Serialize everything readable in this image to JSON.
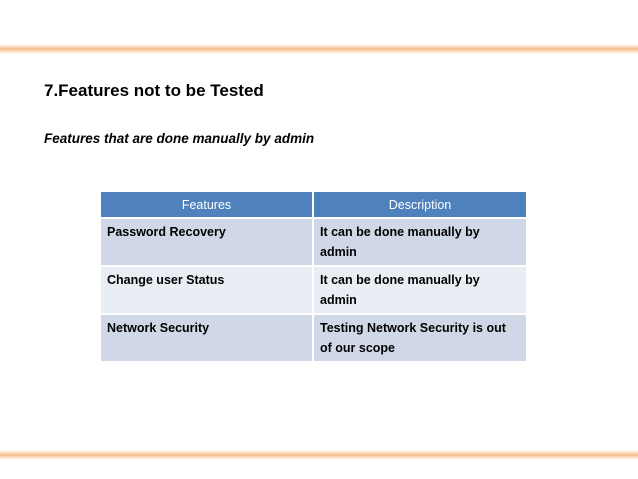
{
  "slide": {
    "title": "7.Features not to be Tested",
    "subtitle": "Features that are done manually by admin"
  },
  "table": {
    "headers": [
      "Features",
      "Description"
    ],
    "rows": [
      {
        "feature": "Password Recovery",
        "description": "It can be done manually by admin"
      },
      {
        "feature": "Change user Status",
        "description": "It can be done manually by admin"
      },
      {
        "feature": "Network Security",
        "description": "Testing Network Security is out of our scope"
      }
    ]
  },
  "colors": {
    "header_bg": "#4f81bd",
    "row_odd": "#d0d8e8",
    "row_even": "#e9edf4",
    "accent_band": "#f3b882"
  }
}
